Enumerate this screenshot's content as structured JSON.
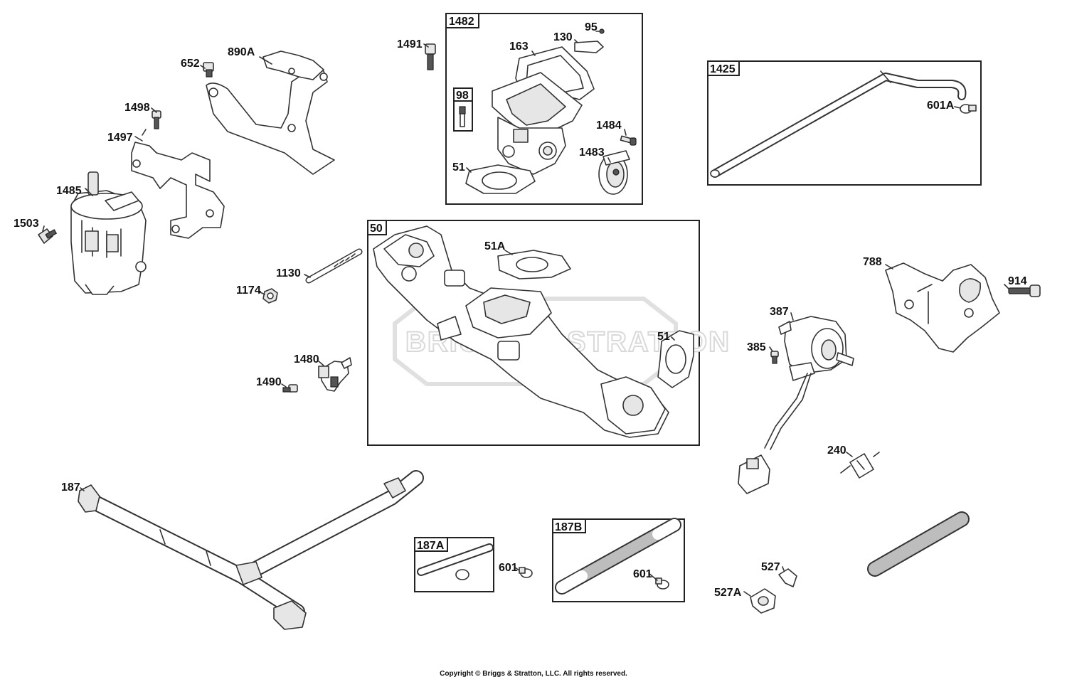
{
  "part_labels": {
    "p652": "652",
    "p890A": "890A",
    "p1498": "1498",
    "p1497": "1497",
    "p1485": "1485",
    "p1503": "1503",
    "p1491": "1491",
    "p1482": "1482",
    "p95": "95",
    "p130": "130",
    "p163": "163",
    "p98": "98",
    "p1484": "1484",
    "p1483": "1483",
    "p51_top": "51",
    "p1425": "1425",
    "p601A": "601A",
    "p50": "50",
    "p51A": "51A",
    "p51_right": "51",
    "p1130": "1130",
    "p1174": "1174",
    "p1480": "1480",
    "p1490": "1490",
    "p788": "788",
    "p914": "914",
    "p387": "387",
    "p385": "385",
    "p240": "240",
    "p187": "187",
    "p187A": "187A",
    "p601_a": "601",
    "p187B": "187B",
    "p601_b": "601",
    "p527": "527",
    "p527A": "527A"
  },
  "watermark": "BRIGGS & STRATTON",
  "copyright": "Copyright © Briggs & Stratton, LLC. All rights reserved."
}
